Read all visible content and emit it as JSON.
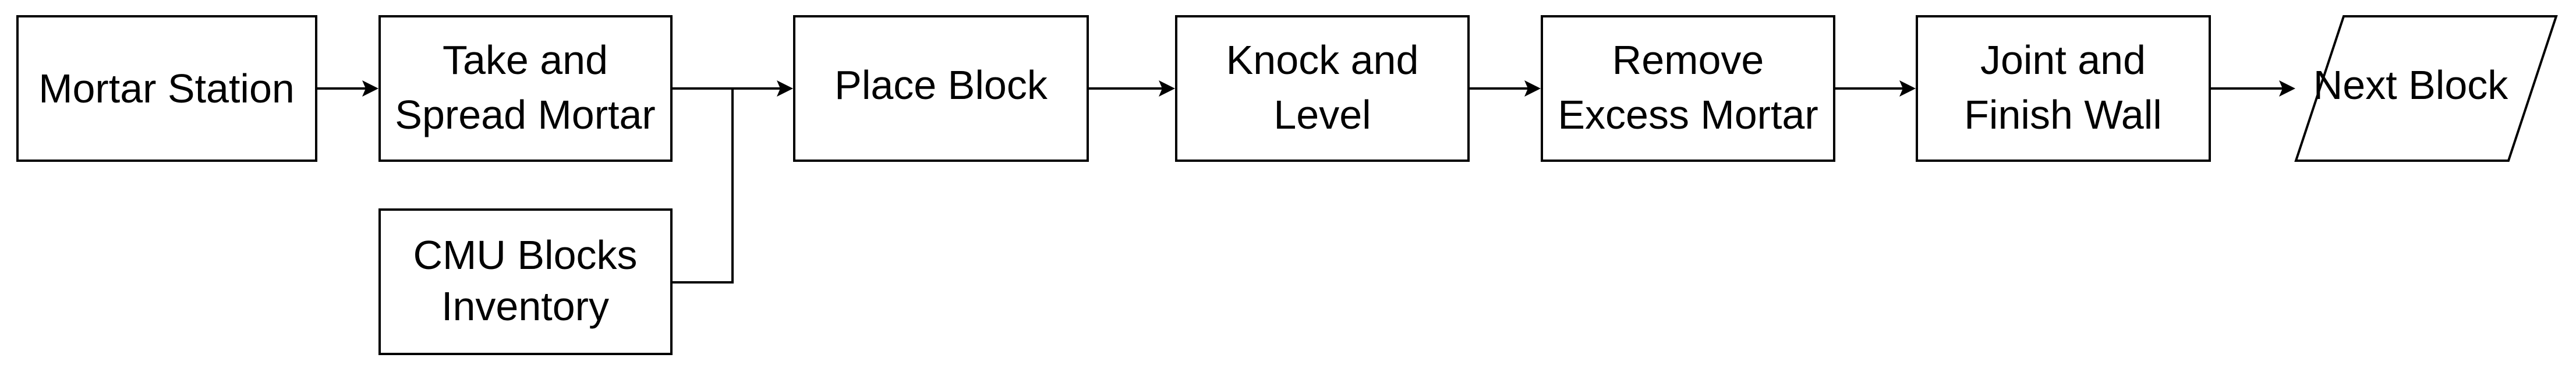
{
  "diagram": {
    "type": "flowchart",
    "nodes": [
      {
        "id": "mortar_station",
        "shape": "rectangle",
        "lines": [
          "Mortar Station"
        ]
      },
      {
        "id": "take_spread",
        "shape": "rectangle",
        "lines": [
          "Take and",
          "Spread Mortar"
        ]
      },
      {
        "id": "cmu_inventory",
        "shape": "rectangle",
        "lines": [
          "CMU Blocks",
          "Inventory"
        ]
      },
      {
        "id": "place_block",
        "shape": "rectangle",
        "lines": [
          "Place Block"
        ]
      },
      {
        "id": "knock_level",
        "shape": "rectangle",
        "lines": [
          "Knock and",
          "Level"
        ]
      },
      {
        "id": "remove_excess",
        "shape": "rectangle",
        "lines": [
          "Remove",
          "Excess Mortar"
        ]
      },
      {
        "id": "joint_finish",
        "shape": "rectangle",
        "lines": [
          "Joint and",
          "Finish Wall"
        ]
      },
      {
        "id": "next_block",
        "shape": "parallelogram",
        "lines": [
          "Next Block"
        ]
      }
    ],
    "edges": [
      {
        "from": "mortar_station",
        "to": "take_spread"
      },
      {
        "from": "take_spread",
        "to": "place_block"
      },
      {
        "from": "cmu_inventory",
        "to": "place_block"
      },
      {
        "from": "place_block",
        "to": "knock_level"
      },
      {
        "from": "knock_level",
        "to": "remove_excess"
      },
      {
        "from": "remove_excess",
        "to": "joint_finish"
      },
      {
        "from": "joint_finish",
        "to": "next_block"
      }
    ]
  }
}
